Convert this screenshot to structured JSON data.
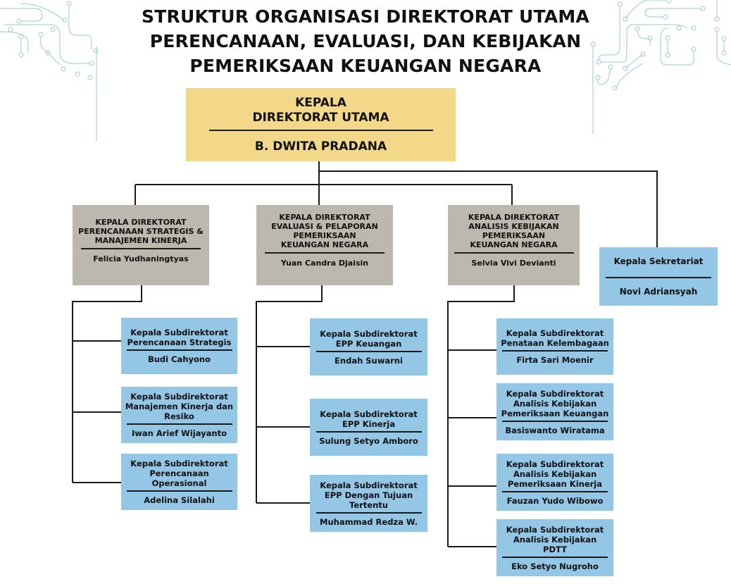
{
  "title": {
    "lines": [
      "STRUKTUR ORGANISASI DIREKTORAT UTAMA",
      "PERENCANAAN, EVALUASI, DAN KEBIJAKAN",
      "PEMERIKSAAN KEUANGAN NEGARA"
    ]
  },
  "colors": {
    "head": "#f3d889",
    "directorate": "#bdb8ae",
    "subdirectorate": "#94c6e6",
    "connector": "#1a1a1a",
    "decoration": "#a9d3dc"
  },
  "head": {
    "role": "KEPALA\nDIREKTORAT UTAMA",
    "name": "B. DWITA PRADANA"
  },
  "directorates": [
    {
      "role": "KEPALA DIREKTORAT\nPERENCANAAN STRATEGIS &\nMANAJEMEN KINERJA",
      "name": "Felicia Yudhaningtyas",
      "subs": [
        {
          "role": "Kepala Subdirektorat\nPerencanaan Strategis",
          "name": "Budi Cahyono"
        },
        {
          "role": "Kepala Subdirektorat\nManajemen Kinerja dan\nResiko",
          "name": "Iwan Arief Wijayanto"
        },
        {
          "role": "Kepala Subdirektorat\nPerencanaan\nOperasional",
          "name": "Adelina Silalahi"
        }
      ]
    },
    {
      "role": "KEPALA DIREKTORAT\nEVALUASI & PELAPORAN\nPEMERIKSAAN\nKEUANGAN NEGARA",
      "name": "Yuan Candra Djaisin",
      "subs": [
        {
          "role": "Kepala Subdirektorat\nEPP Keuangan",
          "name": "Endah Suwarni"
        },
        {
          "role": "Kepala Subdirektorat\nEPP Kinerja",
          "name": "Sulung Setyo Amboro"
        },
        {
          "role": "Kepala Subdirektorat\nEPP Dengan Tujuan\nTertentu",
          "name": "Muhammad Redza W."
        }
      ]
    },
    {
      "role": "KEPALA DIREKTORAT\nANALISIS KEBIJAKAN\nPEMERIKSAAN\nKEUANGAN NEGARA",
      "name": "Selvia Vivi Devianti",
      "subs": [
        {
          "role": "Kepala Subdirektorat\nPenataan Kelembagaan",
          "name": "Firta Sari Moenir"
        },
        {
          "role": "Kepala Subdirektorat\nAnalisis Kebijakan\nPemeriksaan Keuangan",
          "name": "Basiswanto Wiratama"
        },
        {
          "role": "Kepala Subdirektorat\nAnalisis Kebijakan\nPemeriksaan Kinerja",
          "name": "Fauzan Yudo Wibowo"
        },
        {
          "role": "Kepala Subdirektorat\nAnalisis Kebijakan\nPDTT",
          "name": "Eko Setyo Nugroho"
        }
      ]
    }
  ],
  "secretariat": {
    "role": "Kepala Sekretariat",
    "name": "Novi Adriansyah"
  }
}
